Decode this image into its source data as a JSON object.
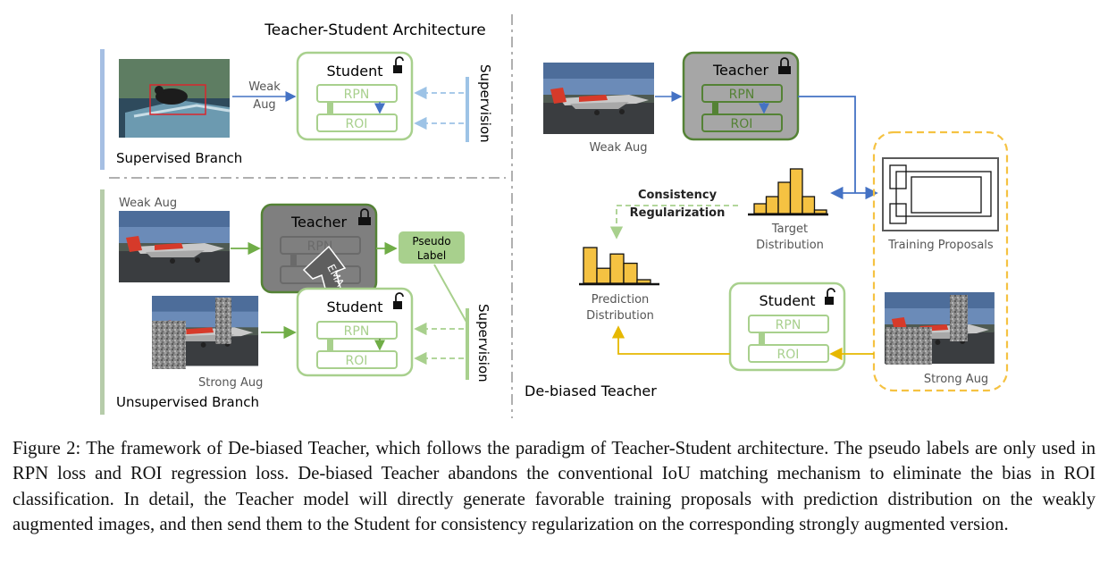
{
  "header": {
    "title": "Teacher-Student Architecture"
  },
  "supervised": {
    "aug": "Weak Aug",
    "branch_label": "Supervised Branch"
  },
  "unsupervised": {
    "weak_aug": "Weak Aug",
    "strong_aug": "Strong Aug",
    "pseudo_label": [
      "Pseudo",
      "Label"
    ],
    "ema": "EMA",
    "branch_label": "Unsupervised Branch"
  },
  "models": {
    "student": "Student",
    "teacher": "Teacher",
    "rpn": "RPN",
    "roi": "ROI"
  },
  "supervision": "Supervision",
  "debiased": {
    "title": "De-biased Teacher",
    "weak_aug": "Weak Aug",
    "strong_aug": "Strong Aug",
    "training_proposals": "Training Proposals",
    "target_distribution": [
      "Target",
      "Distribution"
    ],
    "prediction_distribution": [
      "Prediction",
      "Distribution"
    ],
    "consistency": [
      "Consistency",
      "Regularization"
    ]
  },
  "colors": {
    "green": "#a8d08d",
    "dark_green": "#548235",
    "blue": "#4472c4",
    "light_blue": "#9dc3e6",
    "yellow": "#f5c242",
    "gold": "#e6b800",
    "gray": "#7f7f7f"
  },
  "target_bars": [
    0.22,
    0.38,
    0.7,
    1.0,
    0.38,
    0.08
  ],
  "prediction_bars": [
    1.0,
    0.42,
    0.82,
    0.56,
    0.1
  ],
  "caption": "Figure 2: The framework of De-biased Teacher, which follows the paradigm of Teacher-Student architecture. The pseudo labels are only used in RPN loss and ROI regression loss. De-biased Teacher abandons the conventional IoU matching mechanism to eliminate the bias in ROI classification. In detail, the Teacher model will directly generate favorable training proposals with prediction distribution on the weakly augmented images, and then send them to the Student for consistency regularization on the corresponding strongly augmented version."
}
